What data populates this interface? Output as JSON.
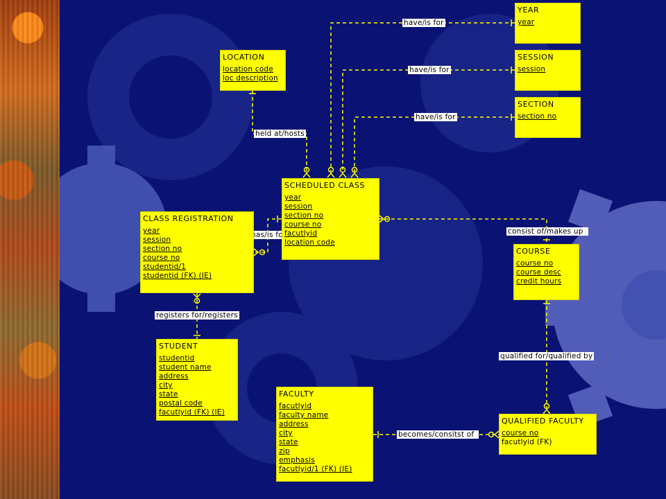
{
  "entities": {
    "year": {
      "name": "YEAR",
      "attributes": [
        "year"
      ]
    },
    "session": {
      "name": "SESSION",
      "attributes": [
        "session"
      ]
    },
    "section": {
      "name": "SECTION",
      "attributes": [
        "section no"
      ]
    },
    "location": {
      "name": "LOCATION",
      "attributes": [
        "location code",
        "loc description"
      ]
    },
    "scheduled_class": {
      "name": "SCHEDULED CLASS",
      "attributes": [
        "year",
        "session",
        "section no",
        "course no",
        "facutlyid",
        "location code"
      ]
    },
    "class_registration": {
      "name": "CLASS REGISTRATION",
      "attributes": [
        "year",
        "session",
        "section no",
        "course no",
        "studentid/1",
        "studentid (FK) (IE)"
      ]
    },
    "course": {
      "name": "COURSE",
      "attributes": [
        "course no",
        "course desc",
        "credit hours"
      ]
    },
    "student": {
      "name": "STUDENT",
      "attributes": [
        "studentid",
        "student name",
        "address",
        "city",
        "state",
        "postal code",
        "facutlyid (FK) (IE)"
      ]
    },
    "faculty": {
      "name": "FACULTY",
      "attributes": [
        "facutlyid",
        "faculty name",
        "address",
        "city",
        "state",
        "zip",
        "emphasis",
        "facutlyid/1 (FK) (IE)"
      ]
    },
    "qualified_faculty": {
      "name": "QUALIFIED FACULTY",
      "attributes": [
        "course no",
        "facutlyid (FK)"
      ]
    }
  },
  "relationships": {
    "year_sched": "have/is for",
    "session_sched": "have/is for",
    "section_sched": "have/is for",
    "location_sched": "held at/hosts",
    "sched_registration": "has/is for",
    "sched_course": "consist of/makes up",
    "registration_student": "registers for/registers",
    "course_qualified": "qualified for/qualified by",
    "faculty_qualified": "becomes/consitst of"
  },
  "colors": {
    "background": "#0a1274",
    "entity_fill": "#ffff00",
    "line": "#ffff00",
    "gear": "#2a3a9c"
  }
}
